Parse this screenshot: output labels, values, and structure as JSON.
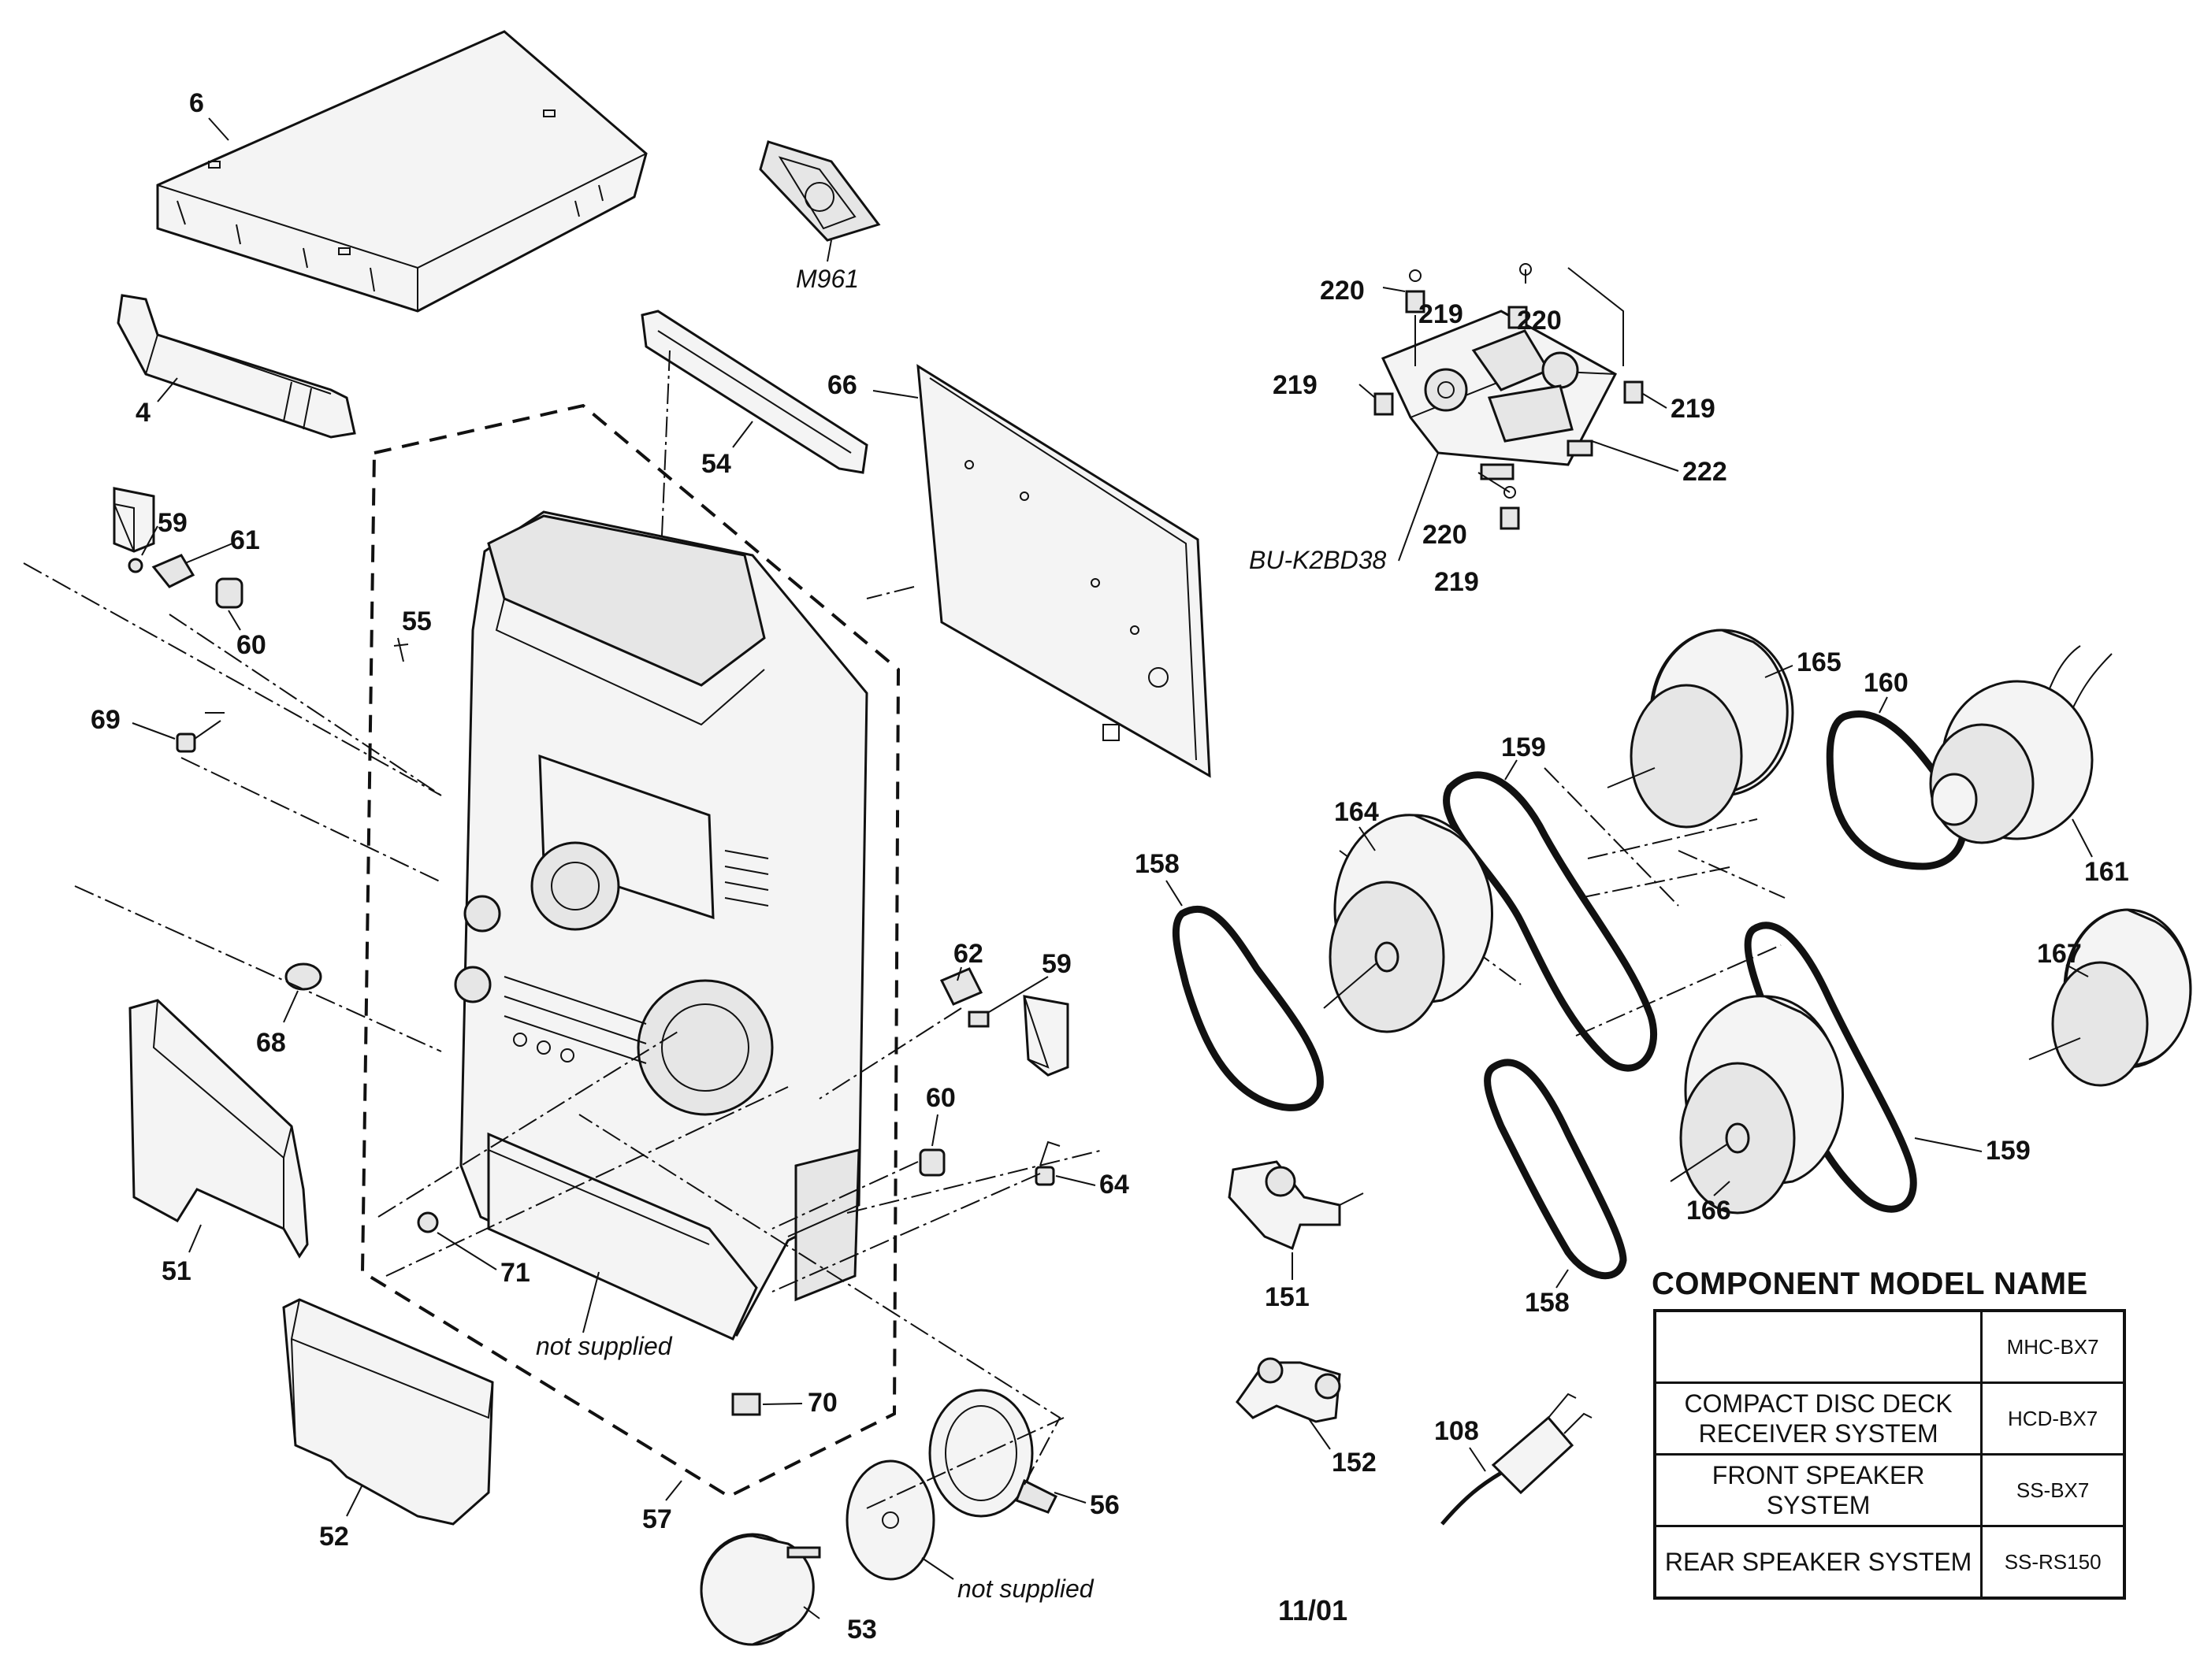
{
  "part_labels": {
    "p6": "6",
    "p4": "4",
    "m961": "M961",
    "p220a": "220",
    "p219a": "219",
    "p220b": "220",
    "p219b": "219",
    "p219c": "219",
    "p222": "222",
    "p220c": "220",
    "p219d": "219",
    "bu": "BU-K2BD38",
    "p66": "66",
    "p54": "54",
    "p59a": "59",
    "p61": "61",
    "p60a": "60",
    "p55": "55",
    "p69": "69",
    "p68": "68",
    "p51": "51",
    "p52": "52",
    "p53": "53",
    "p57": "57",
    "p56": "56",
    "p71": "71",
    "p70": "70",
    "p62": "62",
    "p59b": "59",
    "p60b": "60",
    "p64": "64",
    "p165": "165",
    "p160": "160",
    "p159a": "159",
    "p164": "164",
    "p161": "161",
    "p158a": "158",
    "p167": "167",
    "p166": "166",
    "p159b": "159",
    "p151": "151",
    "p158b": "158",
    "p152": "152",
    "p108": "108"
  },
  "notes": {
    "not_supplied_1": "not supplied",
    "not_supplied_2": "not supplied",
    "date_code": "11/01"
  },
  "component_table": {
    "title": "COMPONENT MODEL NAME",
    "rows": [
      {
        "name": "",
        "model": "MHC-BX7"
      },
      {
        "name": "COMPACT DISC DECK RECEIVER SYSTEM",
        "model": "HCD-BX7"
      },
      {
        "name": "FRONT SPEAKER SYSTEM",
        "model": "SS-BX7"
      },
      {
        "name": "REAR SPEAKER SYSTEM",
        "model": "SS-RS150"
      }
    ]
  }
}
